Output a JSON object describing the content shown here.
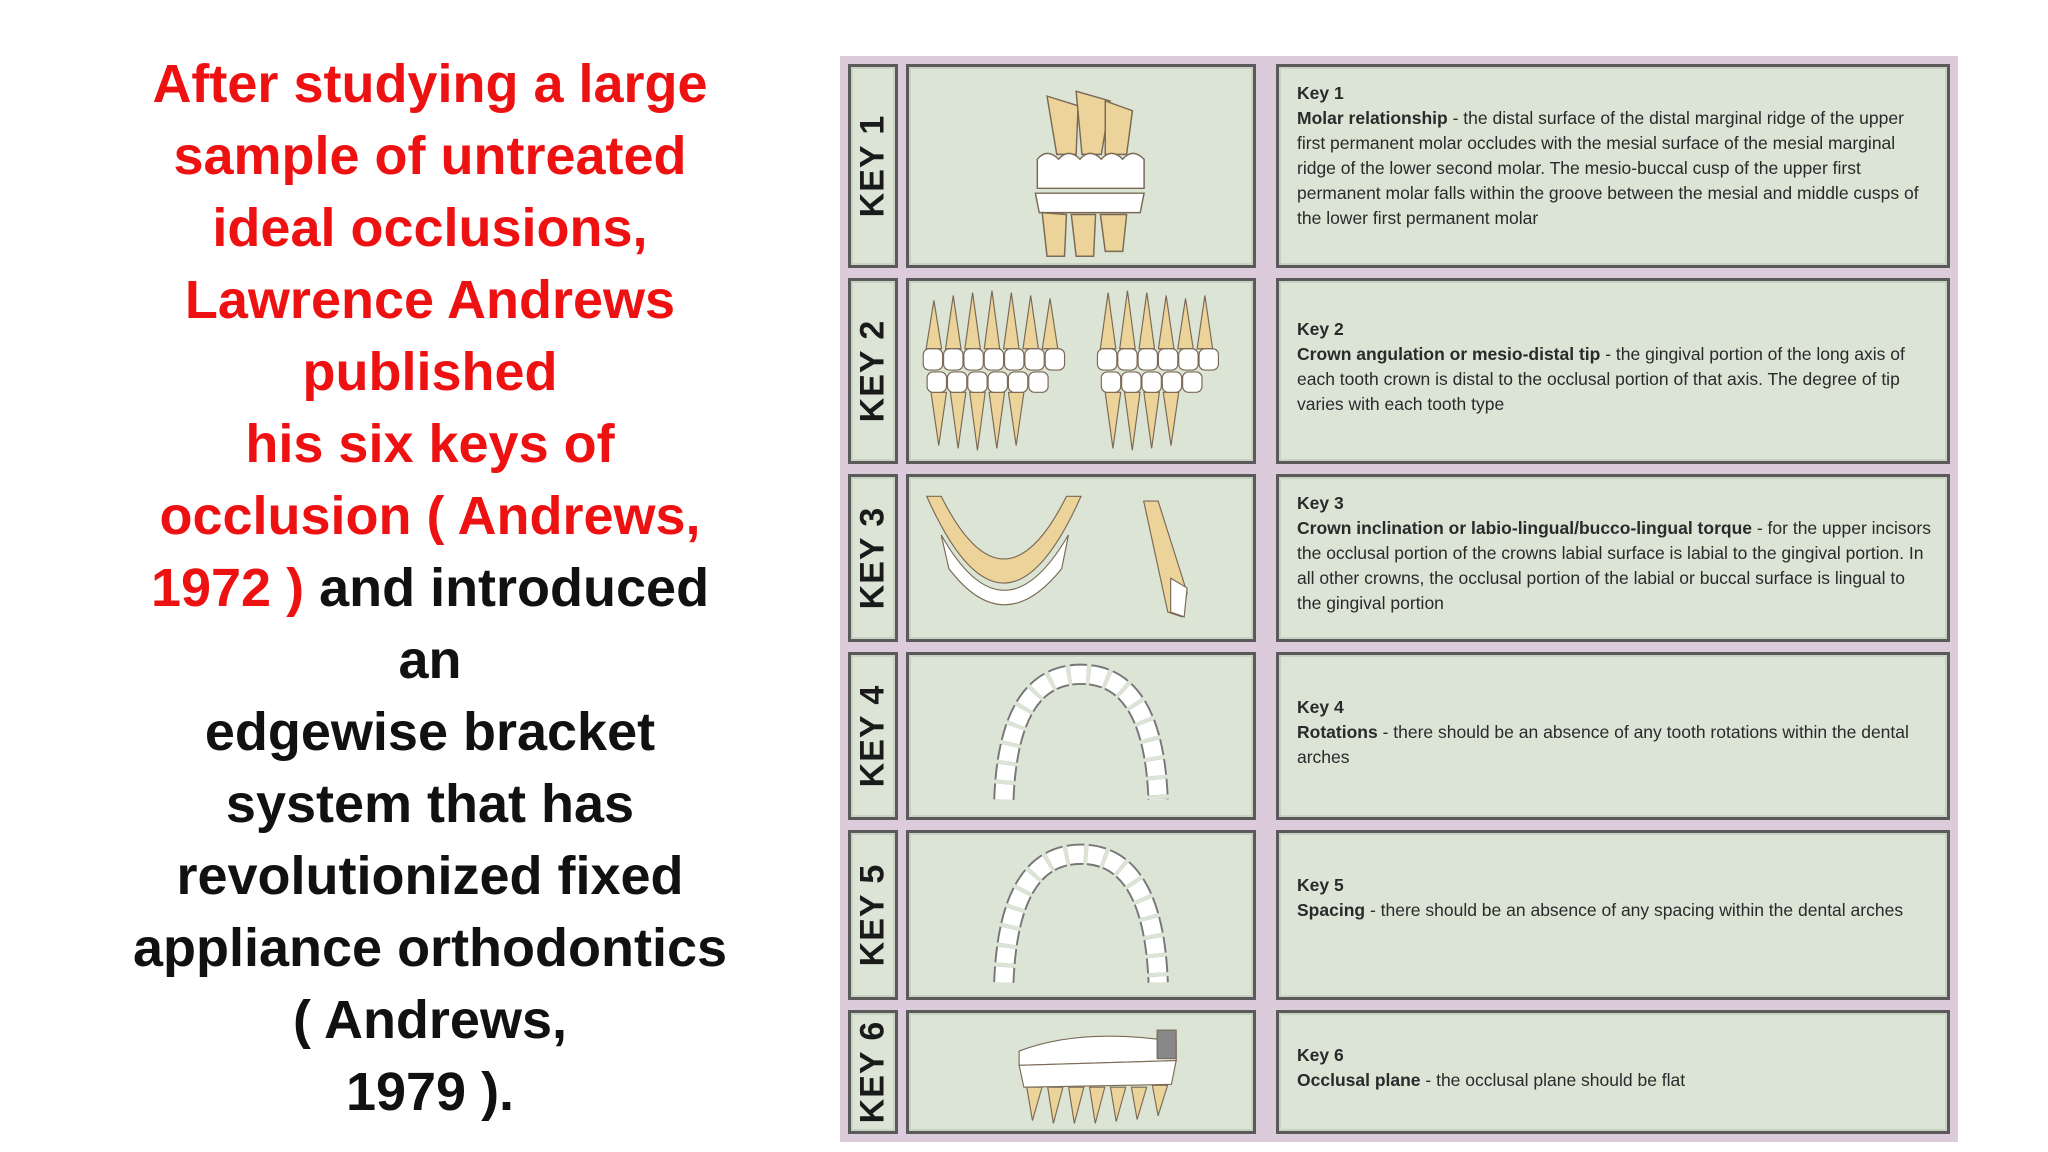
{
  "left_text": {
    "lines": [
      {
        "parts": [
          {
            "text": "After studying a large",
            "color": "red"
          }
        ]
      },
      {
        "parts": [
          {
            "text": "sample of untreated",
            "color": "red"
          }
        ]
      },
      {
        "parts": [
          {
            "text": "ideal occlusions,",
            "color": "red"
          }
        ]
      },
      {
        "parts": [
          {
            "text": "Lawrence Andrews",
            "color": "red"
          }
        ]
      },
      {
        "parts": [
          {
            "text": "published",
            "color": "red"
          }
        ]
      },
      {
        "parts": [
          {
            "text": "his six keys of",
            "color": "red"
          }
        ]
      },
      {
        "parts": [
          {
            "text": "occlusion ( Andrews,",
            "color": "red"
          }
        ]
      },
      {
        "parts": [
          {
            "text": "1972 )",
            "color": "red"
          },
          {
            "text": " and introduced",
            "color": "black"
          }
        ]
      },
      {
        "parts": [
          {
            "text": "an",
            "color": "black"
          }
        ]
      },
      {
        "parts": [
          {
            "text": "edgewise bracket",
            "color": "black"
          }
        ]
      },
      {
        "parts": [
          {
            "text": "system that has",
            "color": "black"
          }
        ]
      },
      {
        "parts": [
          {
            "text": "revolutionized fixed",
            "color": "black"
          }
        ]
      },
      {
        "parts": [
          {
            "text": "appliance orthodontics",
            "color": "black"
          }
        ]
      },
      {
        "parts": [
          {
            "text": "( Andrews,",
            "color": "black"
          }
        ]
      },
      {
        "parts": [
          {
            "text": "1979 ).",
            "color": "black"
          }
        ]
      }
    ],
    "colors": {
      "red": "#ee1111",
      "black": "#111111"
    }
  },
  "keys": [
    {
      "label": "KEY 1",
      "title": "Key 1",
      "term": "Molar relationship",
      "desc": " - the distal surface of the distal marginal ridge of the upper first permanent molar occludes with the mesial surface of the mesial marginal ridge of the lower second molar. The mesio-buccal cusp of the upper first permanent molar falls within the groove between the mesial and middle cusps of the lower first permanent molar",
      "illustration": "molar-relationship-icon"
    },
    {
      "label": "KEY 2",
      "title": "Key 2",
      "term": "Crown angulation or mesio-distal tip",
      "desc": " - the gingival portion of the long axis of each tooth crown is distal to the occlusal portion of that axis. The degree of tip varies with each tooth type",
      "illustration": "crown-angulation-icon"
    },
    {
      "label": "KEY 3",
      "title": "Key 3",
      "term": "Crown inclination or labio-lingual/bucco-lingual torque",
      "desc": " - for the upper incisors the occlusal portion of the crowns labial surface is labial to the gingival portion. In all other crowns, the occlusal portion of the labial or buccal surface is lingual to the gingival portion",
      "illustration": "crown-inclination-icon"
    },
    {
      "label": "KEY 4",
      "title": "Key 4",
      "term": "Rotations",
      "desc": " - there should be an absence of any tooth rotations within the dental arches",
      "illustration": "dental-arch-rotations-icon"
    },
    {
      "label": "KEY 5",
      "title": "Key 5",
      "term": "Spacing",
      "desc": " - there should be an absence of any spacing within the dental arches",
      "illustration": "dental-arch-spacing-icon"
    },
    {
      "label": "KEY 6",
      "title": "Key 6",
      "term": "Occlusal plane",
      "desc": " - the occlusal plane should be flat",
      "illustration": "occlusal-plane-icon"
    }
  ],
  "colors": {
    "panel_bg": "#dce4d6",
    "frame_bg": "#dccbdb",
    "border": "#5a5a5a",
    "tooth_root": "#ecd39a",
    "tooth_crown": "#ffffff"
  }
}
